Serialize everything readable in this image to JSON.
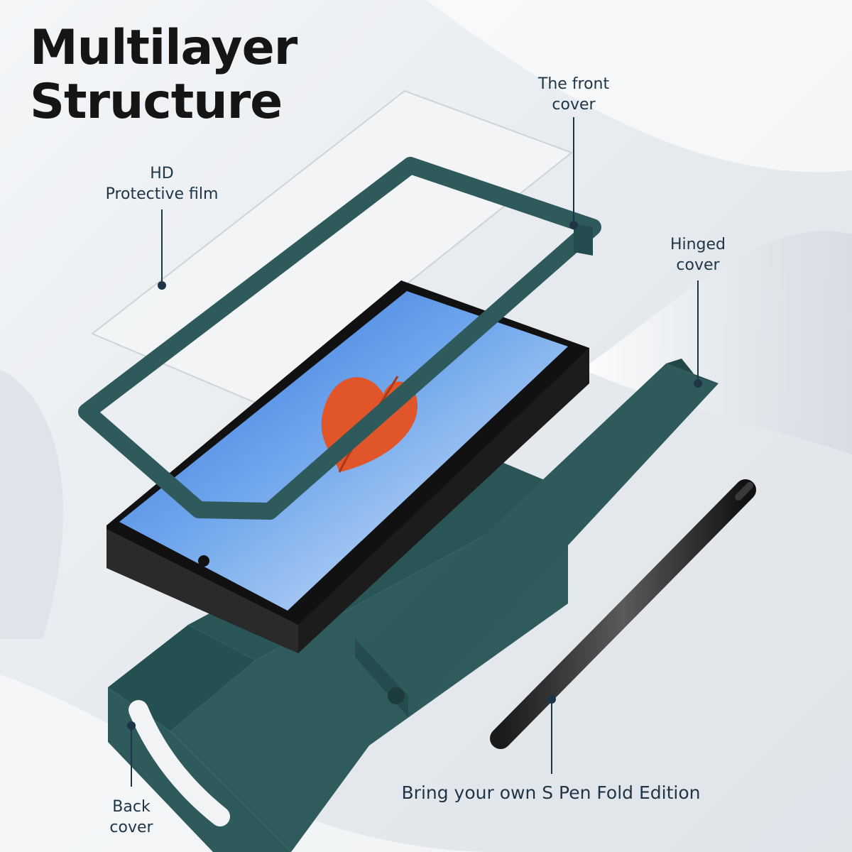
{
  "title": {
    "line1": "Multilayer",
    "line2": "Structure"
  },
  "labels": {
    "hd_film": {
      "line1": "HD",
      "line2": "Protective film"
    },
    "front_cover": {
      "line1": "The front",
      "line2": "cover"
    },
    "hinged_cover": {
      "line1": "Hinged",
      "line2": "cover"
    },
    "back_cover": {
      "line1": "Back",
      "line2": "cover"
    },
    "s_pen": "Bring your own S Pen Fold Edition"
  },
  "colors": {
    "case_green": "#2e5a5c",
    "label_text": "#1e3548",
    "title_text": "#151515",
    "background": "#eef1f4"
  }
}
